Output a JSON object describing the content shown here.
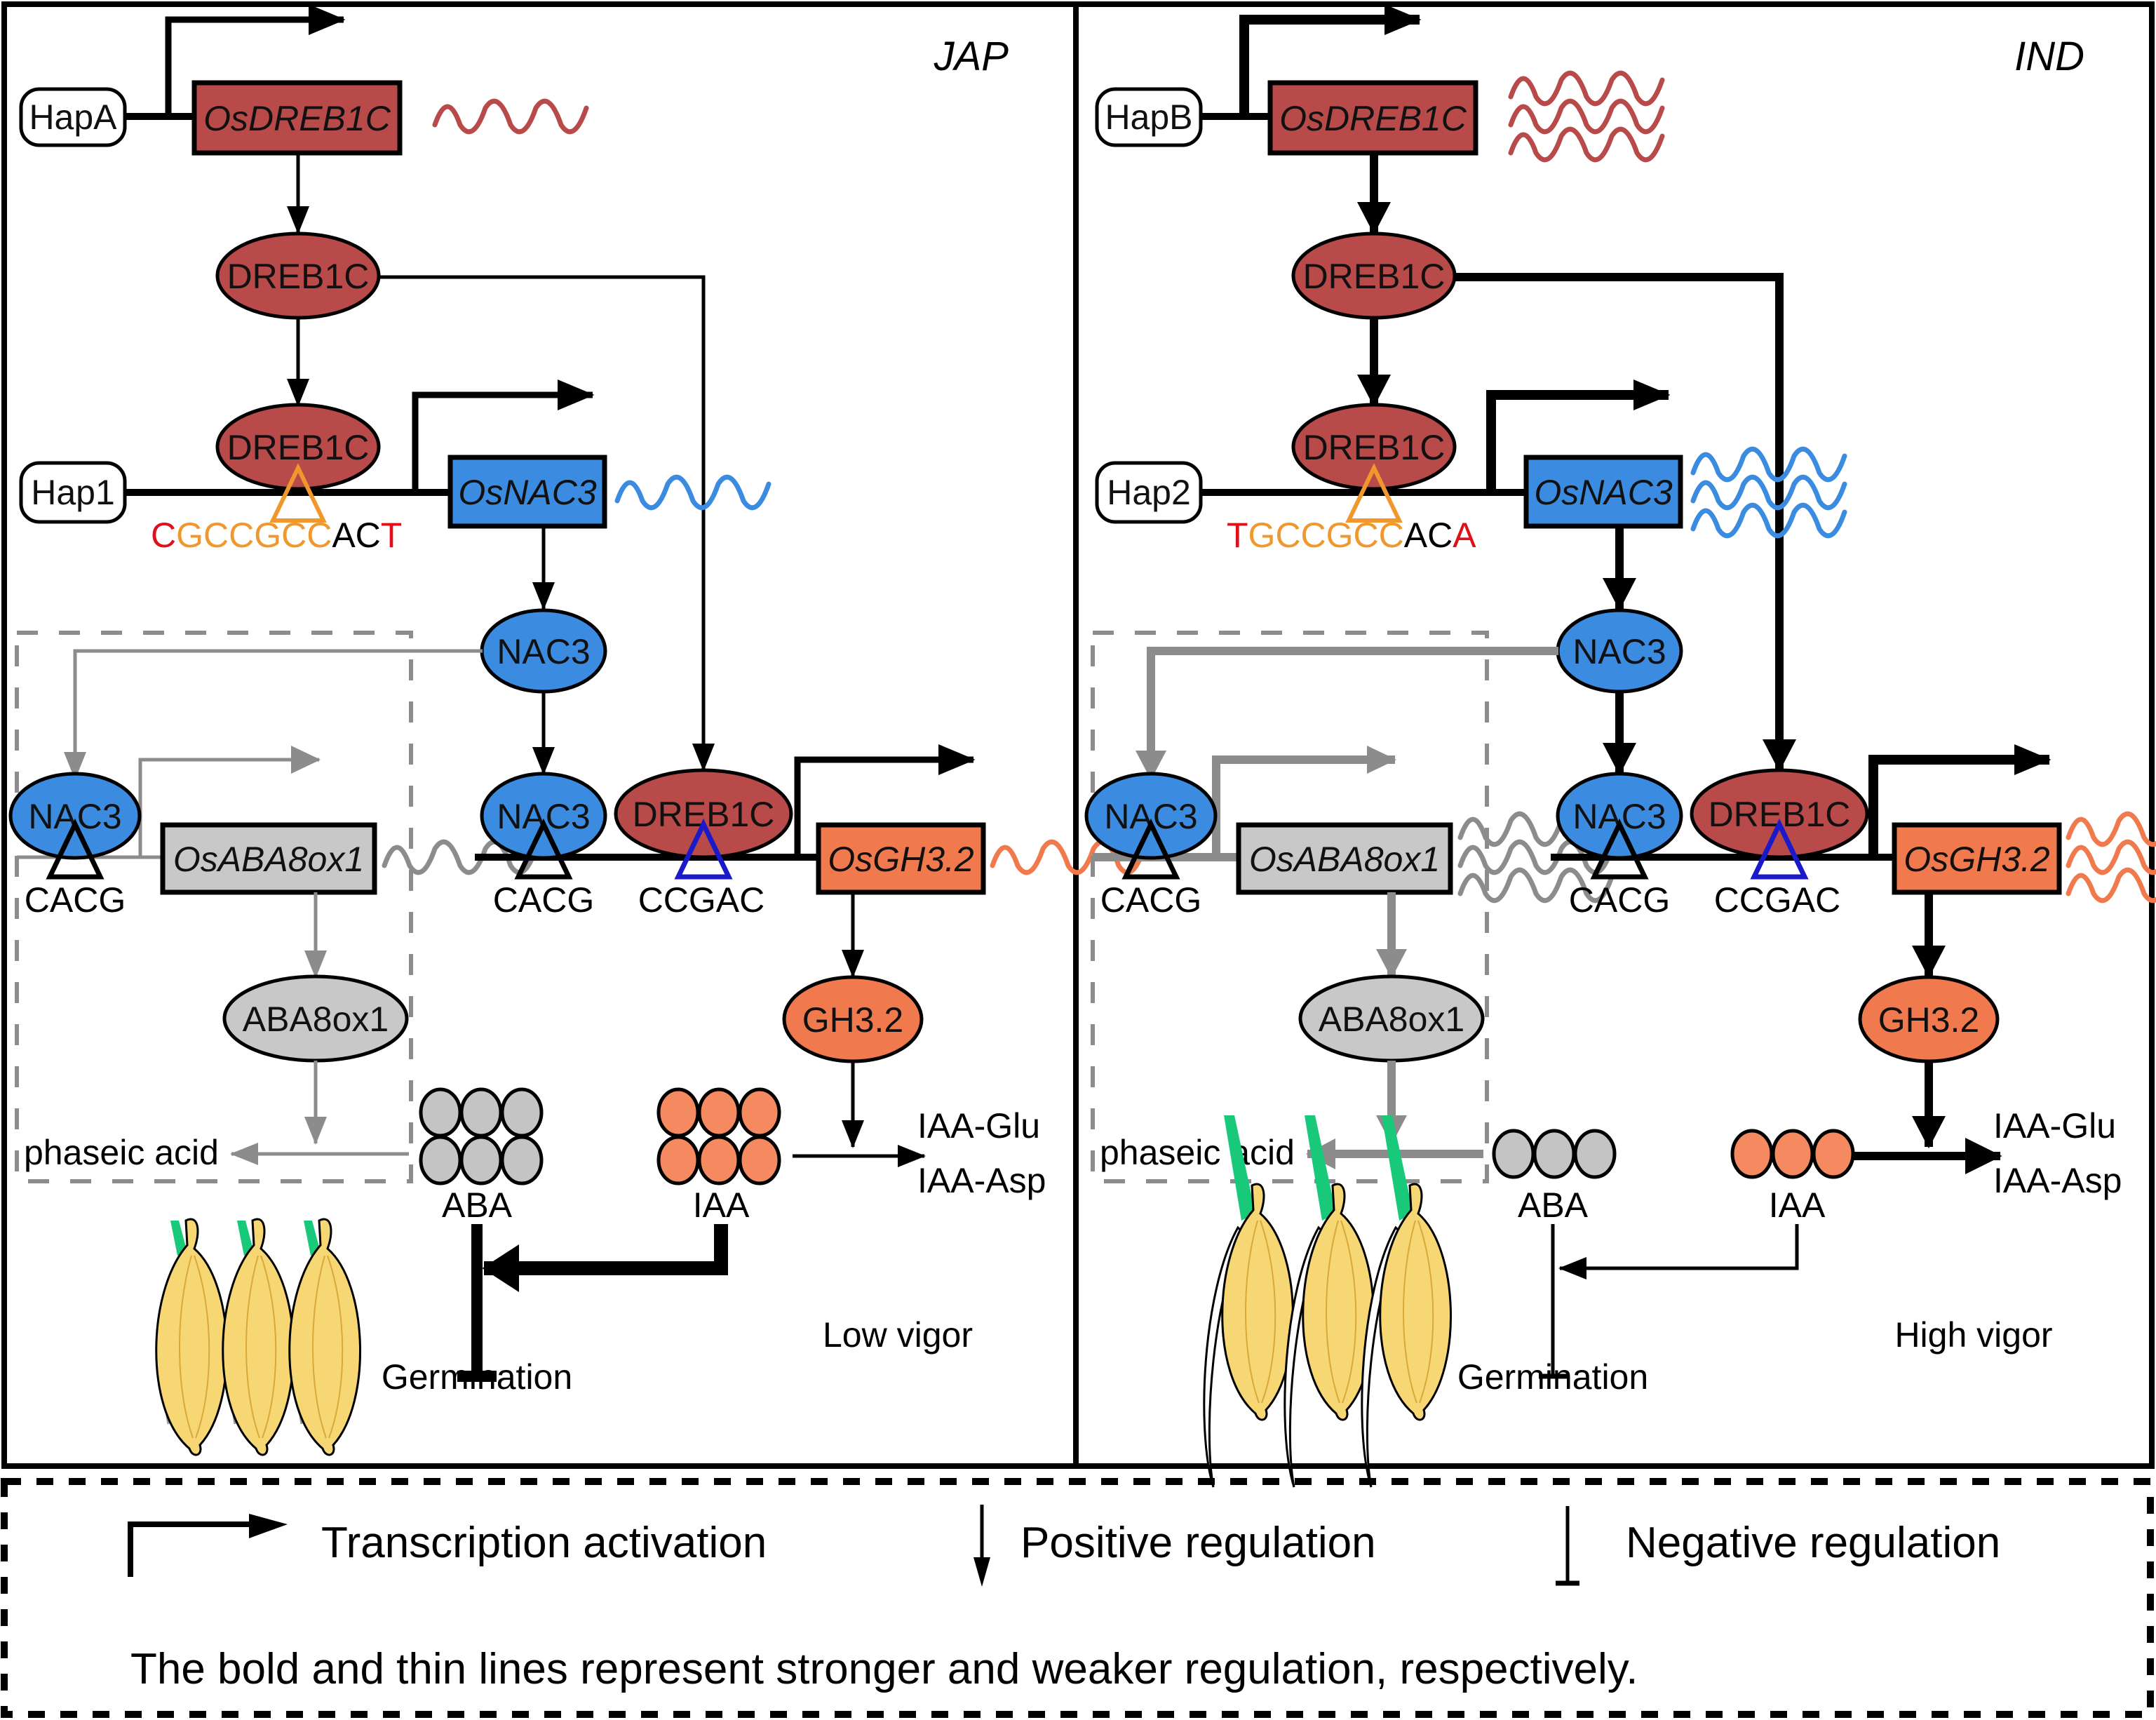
{
  "colors": {
    "dreb": "#B84A4A",
    "nac": "#3B8BE0",
    "gh": "#F07A4E",
    "gray_fill": "#C8C8C8",
    "gray_line": "#8C8C8C",
    "orange_motif": "#F0972E",
    "blue_motif": "#1A1AC8",
    "red_base": "#E0101A",
    "iaa": "#F58A60",
    "aba": "#C4C4C4",
    "seed": "#F7D774",
    "sprout": "#18C97A"
  },
  "panels": [
    {
      "id": "jap",
      "title": "JAP",
      "hap_top": "HapA",
      "gene_top": "OsDREB1C",
      "protein_dreb": "DREB1C",
      "protein_dreb_bound": "DREB1C",
      "hap_nac": "Hap1",
      "gene_nac": "OsNAC3",
      "sequence": [
        {
          "base": "C",
          "role": "red"
        },
        {
          "base": "GCCGCC",
          "role": "orange"
        },
        {
          "base": "AC",
          "role": "black"
        },
        {
          "base": "T",
          "role": "red"
        }
      ],
      "protein_nac": "NAC3",
      "nac_bound_left": "NAC3",
      "gene_aba": "OsABA8ox1",
      "motif_cacg_left": "CACG",
      "protein_aba8ox1": "ABA8ox1",
      "product_phaseic": "phaseic acid",
      "nac_bound_center": "NAC3",
      "dreb_bound_center": "DREB1C",
      "motif_cacg_center": "CACG",
      "motif_ccgac": "CCGAC",
      "gene_gh": "OsGH3.2",
      "protein_gh": "GH3.2",
      "hormone_aba": "ABA",
      "hormone_iaa": "IAA",
      "aba_count": 6,
      "iaa_count": 6,
      "conjugate_1": "IAA-Glu",
      "conjugate_2": "IAA-Asp",
      "outcome": "Germination",
      "vigor": "Low vigor",
      "transcript_waves": {
        "dreb": 1,
        "nac": 1,
        "aba": 1,
        "gh": 1
      }
    },
    {
      "id": "ind",
      "title": "IND",
      "hap_top": "HapB",
      "gene_top": "OsDREB1C",
      "protein_dreb": "DREB1C",
      "protein_dreb_bound": "DREB1C",
      "hap_nac": "Hap2",
      "gene_nac": "OsNAC3",
      "sequence": [
        {
          "base": "T",
          "role": "red"
        },
        {
          "base": "GCCGCC",
          "role": "orange"
        },
        {
          "base": "AC",
          "role": "black"
        },
        {
          "base": "A",
          "role": "red"
        }
      ],
      "protein_nac": "NAC3",
      "nac_bound_left": "NAC3",
      "gene_aba": "OsABA8ox1",
      "motif_cacg_left": "CACG",
      "protein_aba8ox1": "ABA8ox1",
      "product_phaseic": "phaseic acid",
      "nac_bound_center": "NAC3",
      "dreb_bound_center": "DREB1C",
      "motif_cacg_center": "CACG",
      "motif_ccgac": "CCGAC",
      "gene_gh": "OsGH3.2",
      "protein_gh": "GH3.2",
      "hormone_aba": "ABA",
      "hormone_iaa": "IAA",
      "aba_count": 3,
      "iaa_count": 3,
      "conjugate_1": "IAA-Glu",
      "conjugate_2": "IAA-Asp",
      "outcome": "Germination",
      "vigor": "High vigor",
      "transcript_waves": {
        "dreb": 3,
        "nac": 3,
        "aba": 3,
        "gh": 3
      }
    }
  ],
  "legend": {
    "items": [
      {
        "icon": "transcription-activation-arrow-icon",
        "label": "Transcription activation"
      },
      {
        "icon": "positive-regulation-arrow-icon",
        "label": "Positive regulation"
      },
      {
        "icon": "negative-regulation-bar-icon",
        "label": "Negative regulation"
      }
    ],
    "note": "The bold and thin lines represent stronger and weaker regulation, respectively."
  }
}
